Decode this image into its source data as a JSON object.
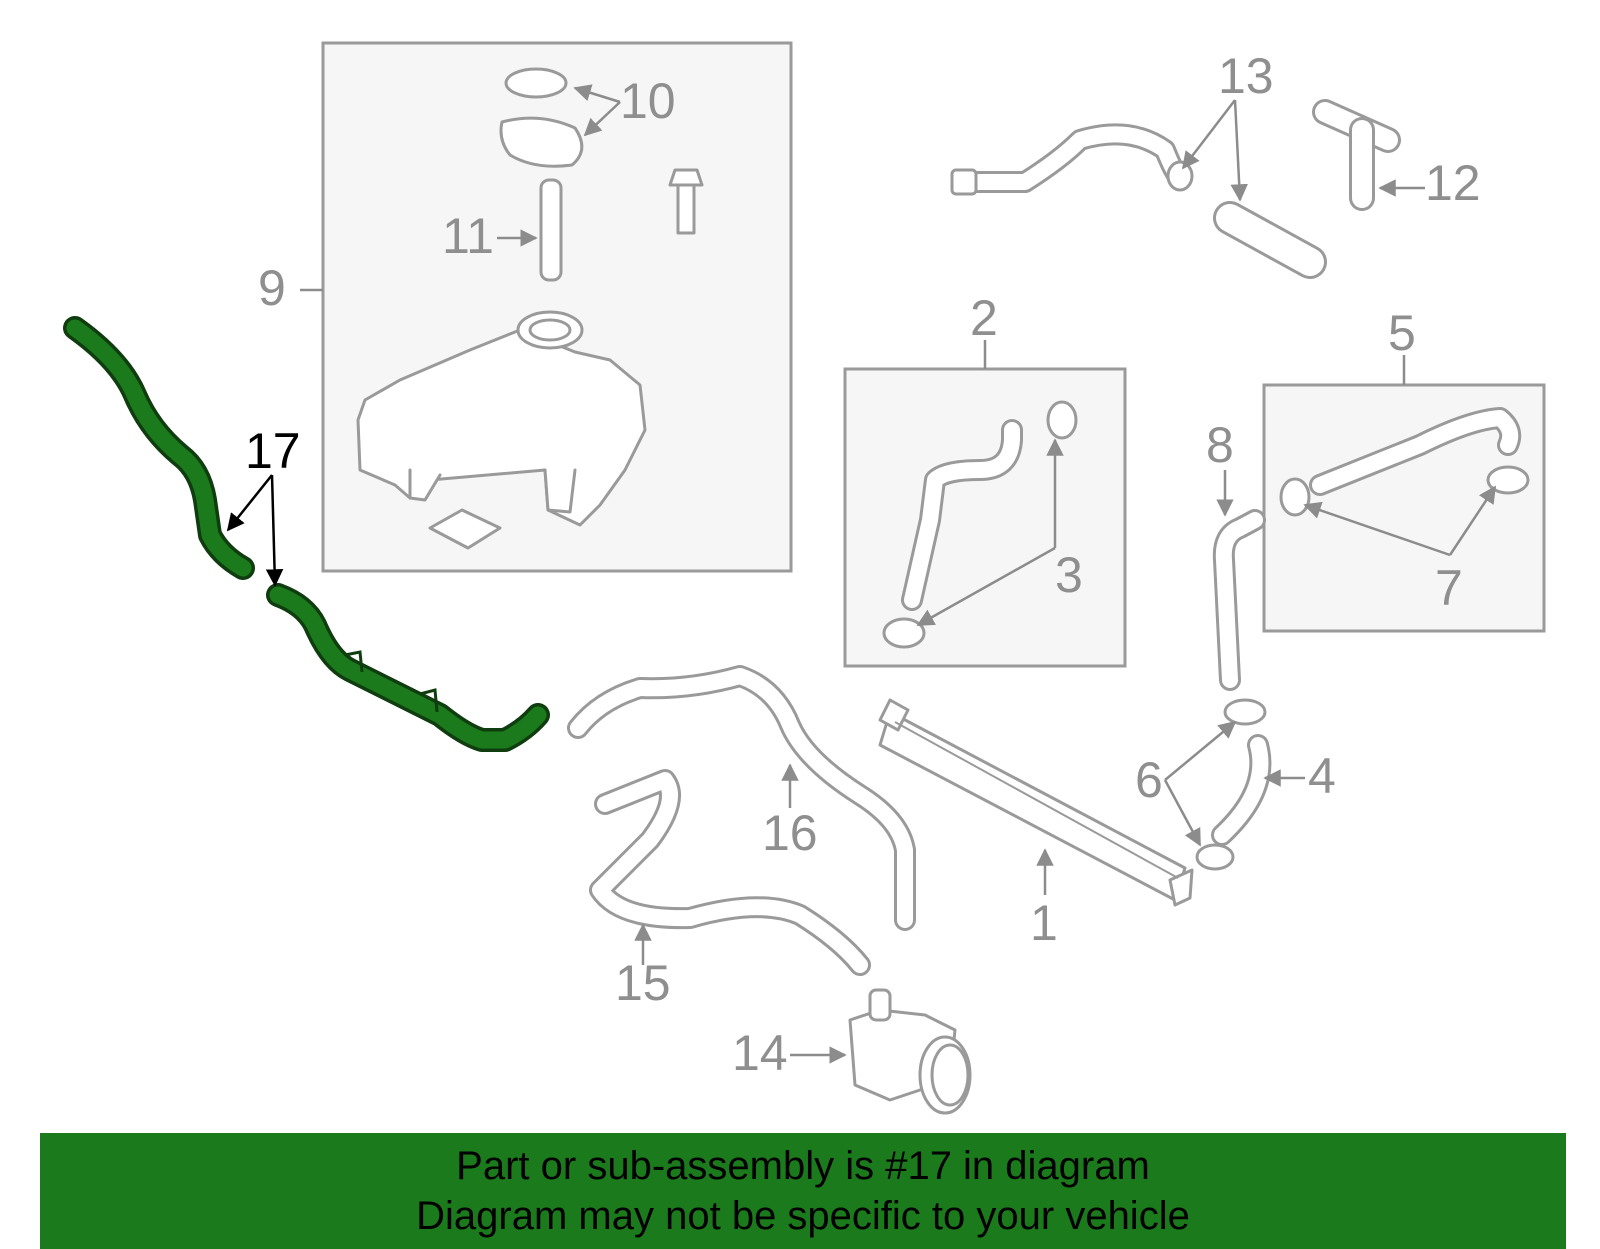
{
  "callouts": {
    "c1": "1",
    "c2": "2",
    "c3": "3",
    "c4": "4",
    "c5": "5",
    "c6": "6",
    "c7": "7",
    "c8": "8",
    "c9": "9",
    "c10": "10",
    "c11": "11",
    "c12": "12",
    "c13": "13",
    "c14": "14",
    "c15": "15",
    "c16": "16",
    "c17": "17"
  },
  "highlight_part": "17",
  "colors": {
    "highlight": "#1b7a1b",
    "parts": "#9a9a9a",
    "banner": "#1b7a1b"
  },
  "banner": {
    "line1": "Part or sub-assembly is #17 in diagram",
    "line2": "Diagram may not be specific to your vehicle"
  }
}
